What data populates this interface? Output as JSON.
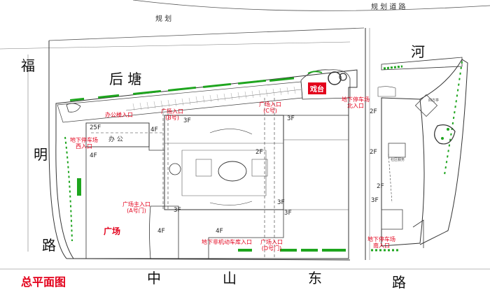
{
  "title": "总平面图",
  "roads": {
    "top_plan_road": "规    划",
    "top_right_road": "规  划  道  路",
    "canal": "后    塘",
    "river": "河",
    "fuming_road": [
      "福",
      "明",
      "路"
    ],
    "zhongshan_east": [
      "中",
      "山",
      "东",
      "路"
    ]
  },
  "labels": {
    "stage": "戏台",
    "plaza": "广场",
    "office": "办 公",
    "office_entrance": "办公楼入口",
    "parking_west": "地下停车场\n西入口",
    "parking_north": "地下停车场\n北入口",
    "parking_south": "地下停车场\n南入口",
    "plaza_entrance_b": "广场入口\n(B号)",
    "plaza_entrance_c": "广场入口\n(C号)",
    "plaza_main": "广场主入口\n(A号门)",
    "bike_garage": "地下非机动车库入口",
    "plaza_entrance_d": "广场入口\n(D号门)",
    "small_pavilion": "四方亭",
    "community_building": "社区服务"
  },
  "floors": {
    "f25": "25F",
    "f4a": "4F",
    "f4b": "4F",
    "f3a": "3F",
    "f3b": "3F",
    "f3c": "3F",
    "f3d": "3F",
    "f2a": "2F",
    "f2b": "2F",
    "f2c": "2F",
    "f2d": "2F",
    "f3e": "3F",
    "f4c": "4F",
    "f4d": "4F",
    "f3f": "3F"
  },
  "colors": {
    "red": "#e3001b",
    "green": "#1ea51e",
    "line": "#333333"
  }
}
